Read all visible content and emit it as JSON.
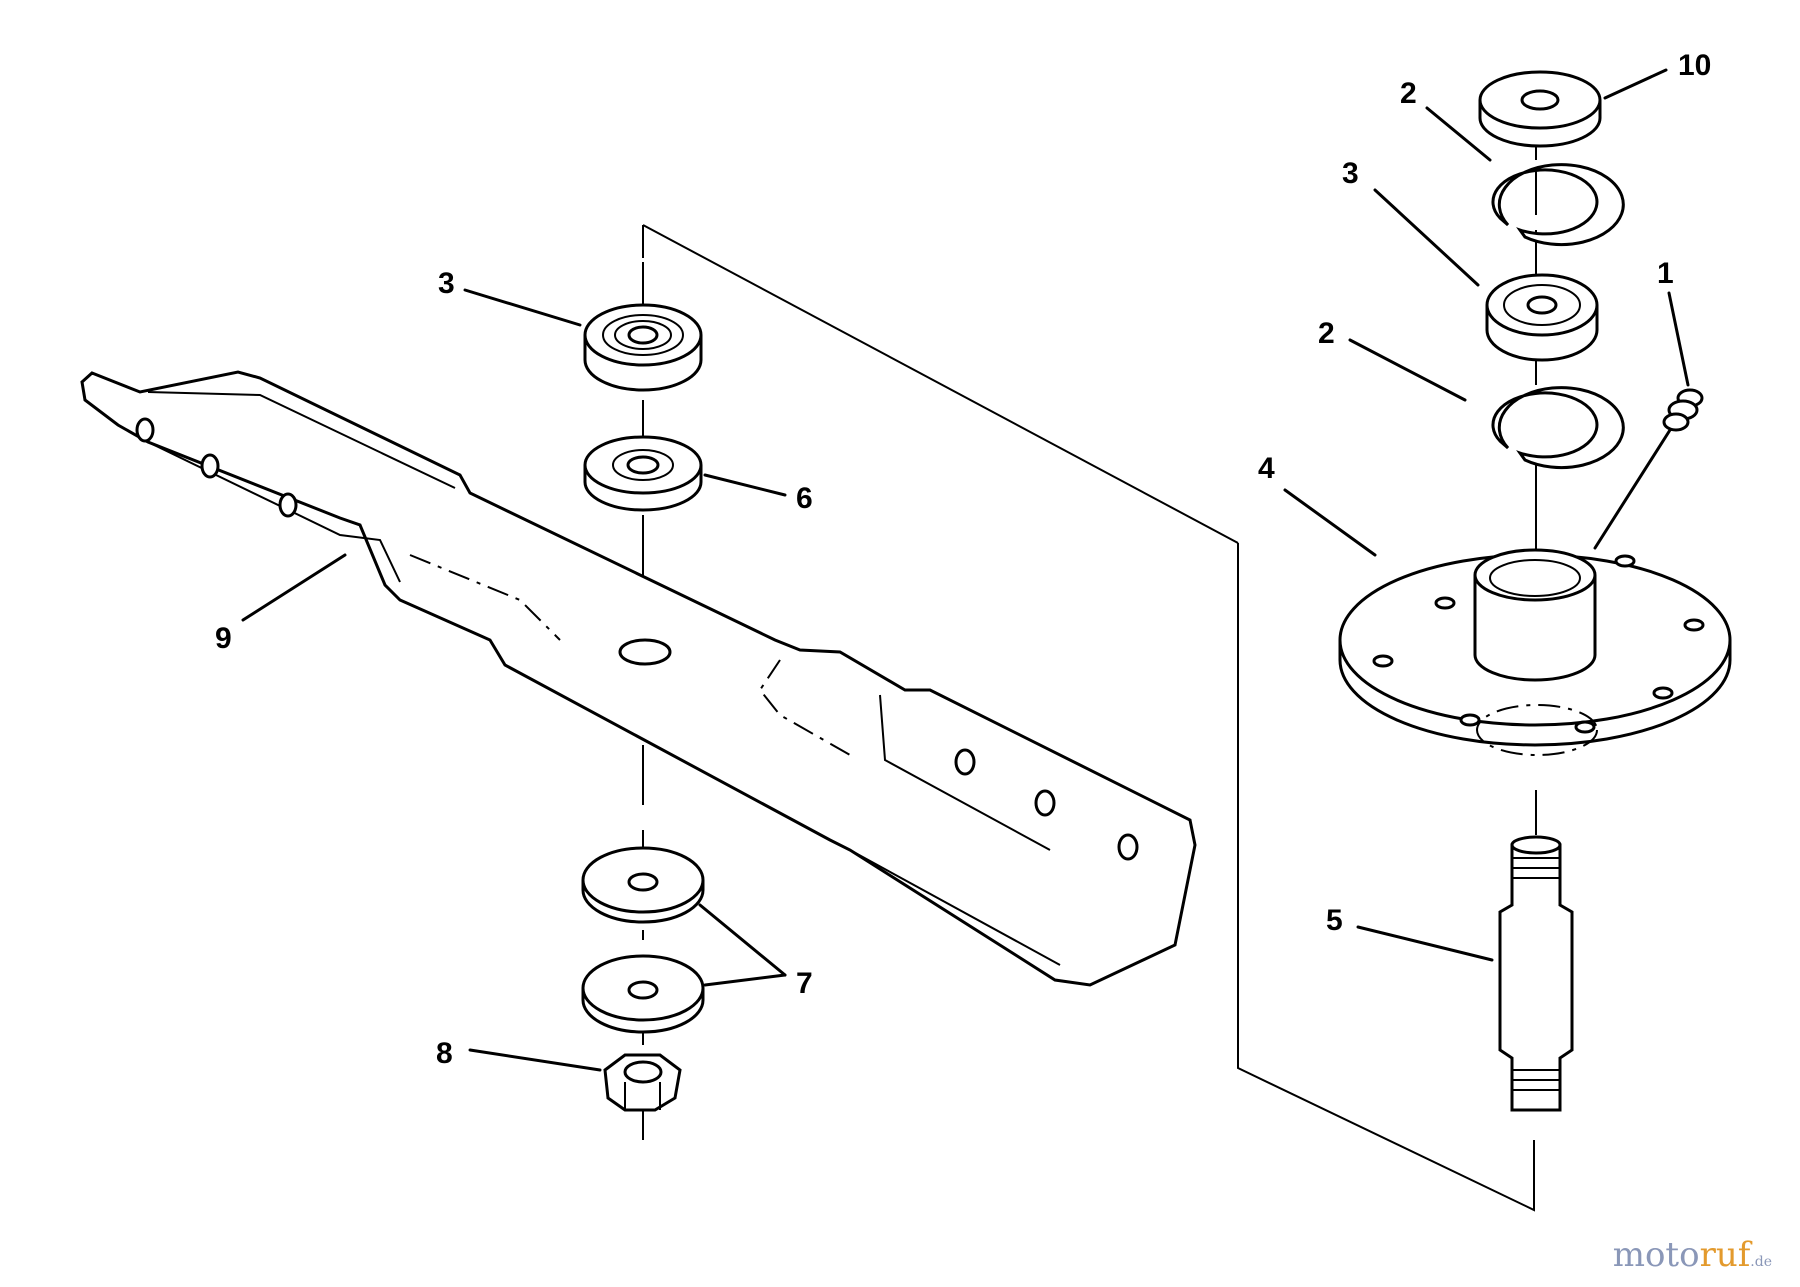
{
  "callouts": [
    {
      "id": "10",
      "text": "10"
    },
    {
      "id": "2-top",
      "text": "2"
    },
    {
      "id": "3-right",
      "text": "3"
    },
    {
      "id": "1",
      "text": "1"
    },
    {
      "id": "2-mid",
      "text": "2"
    },
    {
      "id": "4",
      "text": "4"
    },
    {
      "id": "5",
      "text": "5"
    },
    {
      "id": "3-left",
      "text": "3"
    },
    {
      "id": "6",
      "text": "6"
    },
    {
      "id": "9",
      "text": "9"
    },
    {
      "id": "7",
      "text": "7"
    },
    {
      "id": "8",
      "text": "8"
    }
  ],
  "watermark": {
    "part1": "moto",
    "part2": "ruf",
    "part3": ".de"
  }
}
